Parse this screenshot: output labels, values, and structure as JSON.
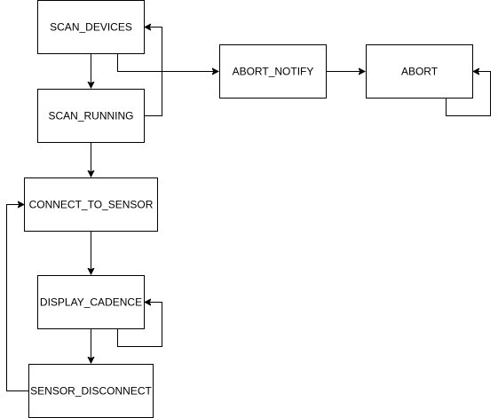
{
  "diagram": {
    "nodes": {
      "scan_devices": "SCAN_DEVICES",
      "scan_running": "SCAN_RUNNING",
      "abort_notify": "ABORT_NOTIFY",
      "abort": "ABORT",
      "connect_to_sensor": "CONNECT_TO_SENSOR",
      "display_cadence": "DISPLAY_CADENCE",
      "sensor_disconnect": "SENSOR_DISCONNECT"
    },
    "edges": [
      {
        "from": "scan_devices",
        "to": "scan_running"
      },
      {
        "from": "scan_running",
        "to": "scan_devices"
      },
      {
        "from": "scan_devices",
        "to": "abort_notify"
      },
      {
        "from": "abort_notify",
        "to": "abort"
      },
      {
        "from": "abort",
        "to": "abort"
      },
      {
        "from": "scan_running",
        "to": "connect_to_sensor"
      },
      {
        "from": "connect_to_sensor",
        "to": "display_cadence"
      },
      {
        "from": "display_cadence",
        "to": "display_cadence"
      },
      {
        "from": "display_cadence",
        "to": "sensor_disconnect"
      },
      {
        "from": "sensor_disconnect",
        "to": "connect_to_sensor"
      }
    ],
    "colors": {
      "stroke": "#000000",
      "fill": "#ffffff",
      "text": "#000000"
    }
  }
}
